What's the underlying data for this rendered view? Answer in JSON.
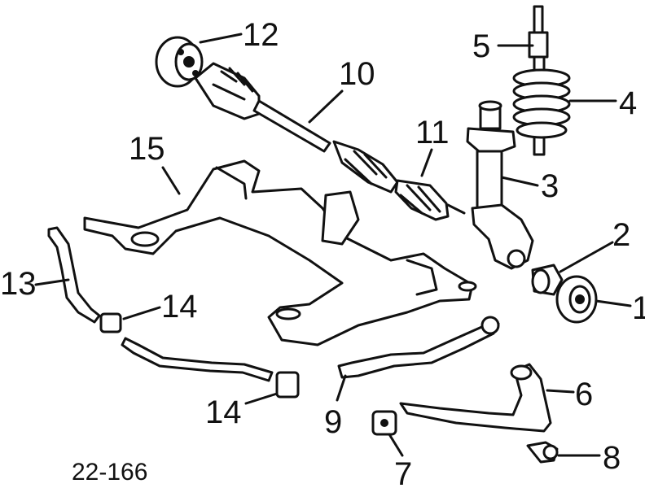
{
  "callouts": [
    {
      "id": "1",
      "label": "1"
    },
    {
      "id": "2",
      "label": "2"
    },
    {
      "id": "3",
      "label": "3"
    },
    {
      "id": "4",
      "label": "4"
    },
    {
      "id": "5",
      "label": "5"
    },
    {
      "id": "6",
      "label": "6"
    },
    {
      "id": "7",
      "label": "7"
    },
    {
      "id": "8",
      "label": "8"
    },
    {
      "id": "9",
      "label": "9"
    },
    {
      "id": "10",
      "label": "10"
    },
    {
      "id": "11",
      "label": "11"
    },
    {
      "id": "12",
      "label": "12"
    },
    {
      "id": "13",
      "label": "13"
    },
    {
      "id": "14a",
      "label": "14"
    },
    {
      "id": "14b",
      "label": "14"
    },
    {
      "id": "15",
      "label": "15"
    }
  ],
  "reference_code": "22-166"
}
